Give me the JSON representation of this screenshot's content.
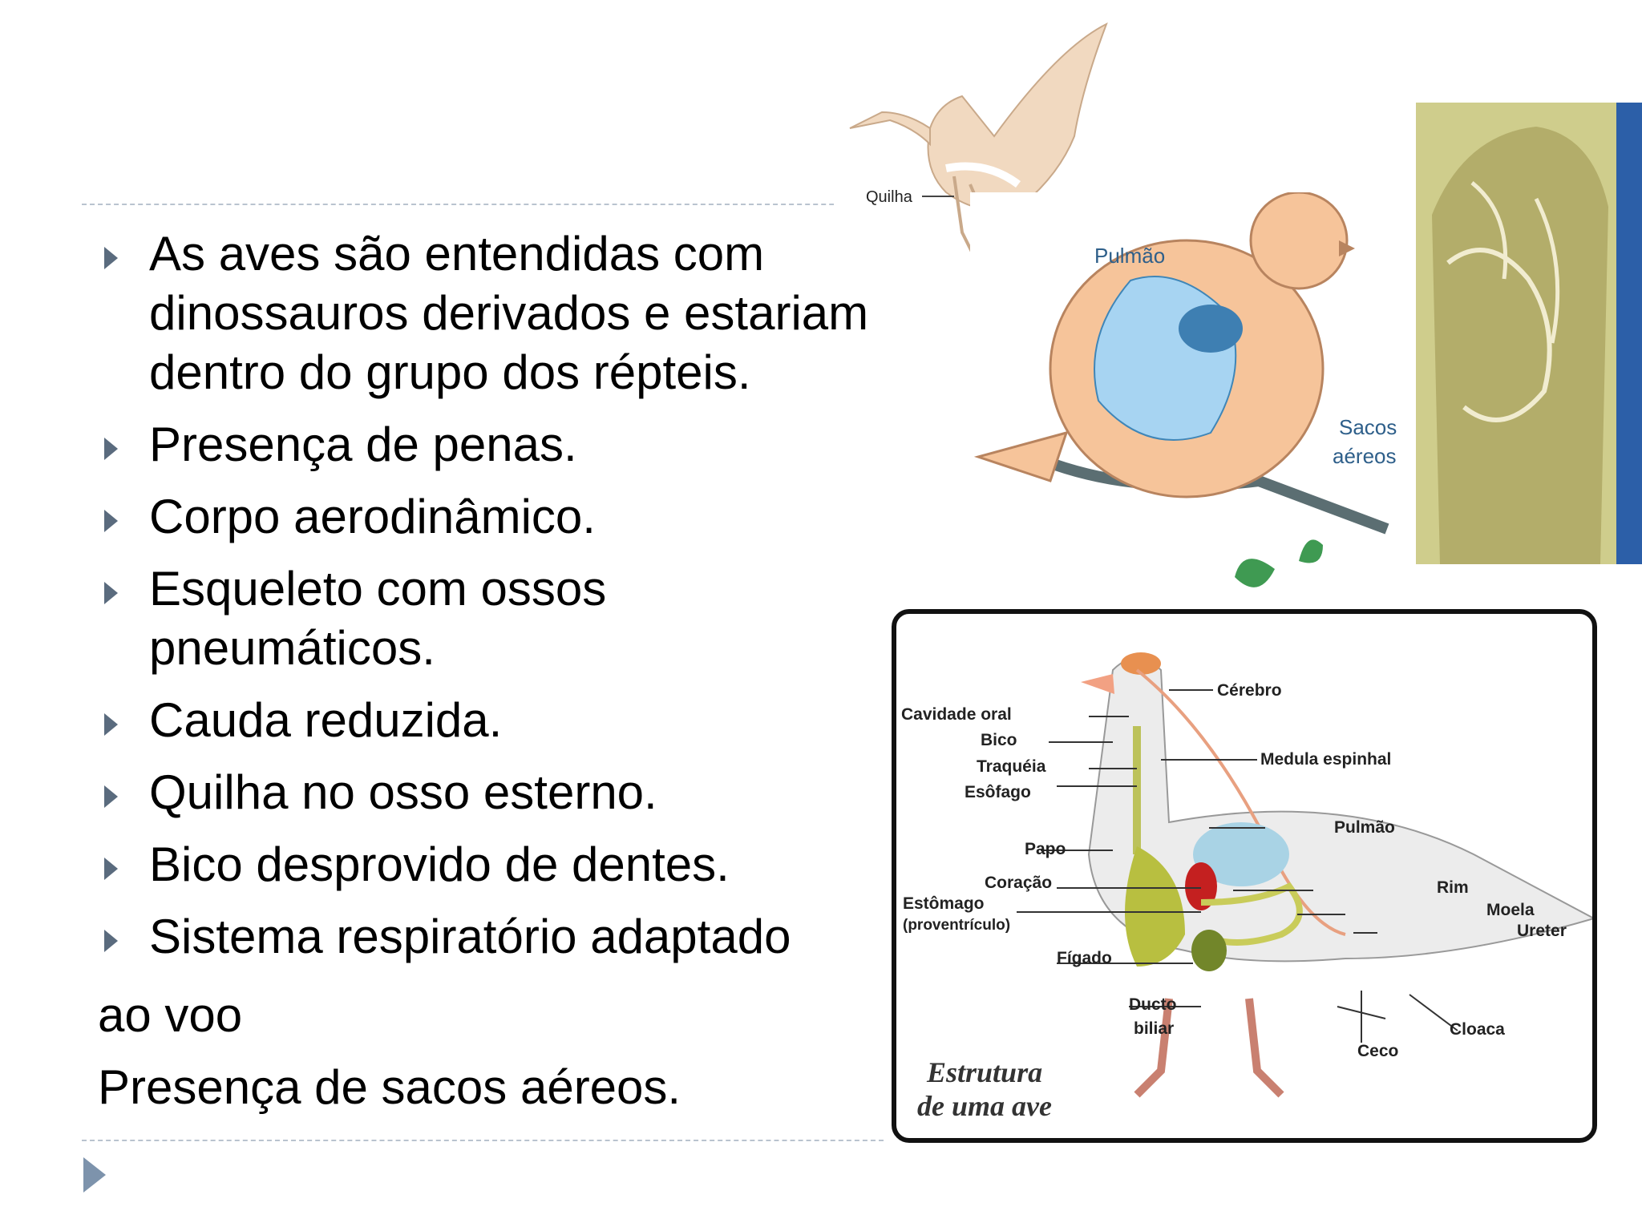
{
  "bullets": [
    "As aves são entendidas com dinossauros derivados e estariam dentro do grupo dos répteis.",
    "Presença de penas.",
    "Corpo aerodinâmico.",
    "Esqueleto com ossos pneumáticos.",
    "Cauda reduzida.",
    "Quilha no osso esterno.",
    "Bico desprovido de dentes.",
    "Sistema respiratório adaptado"
  ],
  "plain_lines": [
    "ao voo",
    "Presença de sacos aéreos."
  ],
  "skeleton_fig": {
    "quilha": "Quilha"
  },
  "lung_fig": {
    "pulmao": "Pulmão",
    "sacos": "Sacos",
    "aereos": "aéreos"
  },
  "anatomy_fig": {
    "cerebro": "Cérebro",
    "cavidade_oral": "Cavidade oral",
    "bico": "Bico",
    "traqueia": "Traquéia",
    "esofago": "Esôfago",
    "medula": "Medula espinhal",
    "pulmao": "Pulmão",
    "papo": "Papo",
    "coracao": "Coração",
    "rim": "Rim",
    "estomago": "Estômago",
    "proventriculo": "(proventrículo)",
    "moela": "Moela",
    "ureter": "Ureter",
    "figado": "Fígado",
    "ducto": "Ducto",
    "biliar": "biliar",
    "cloaca": "Cloaca",
    "ceco": "Ceco",
    "caption1": "Estrutura",
    "caption2": "de uma ave"
  },
  "colors": {
    "bullet": "#5a6b7e",
    "rule": "#b9c3cf",
    "footer_arrow": "#7d93ac"
  }
}
